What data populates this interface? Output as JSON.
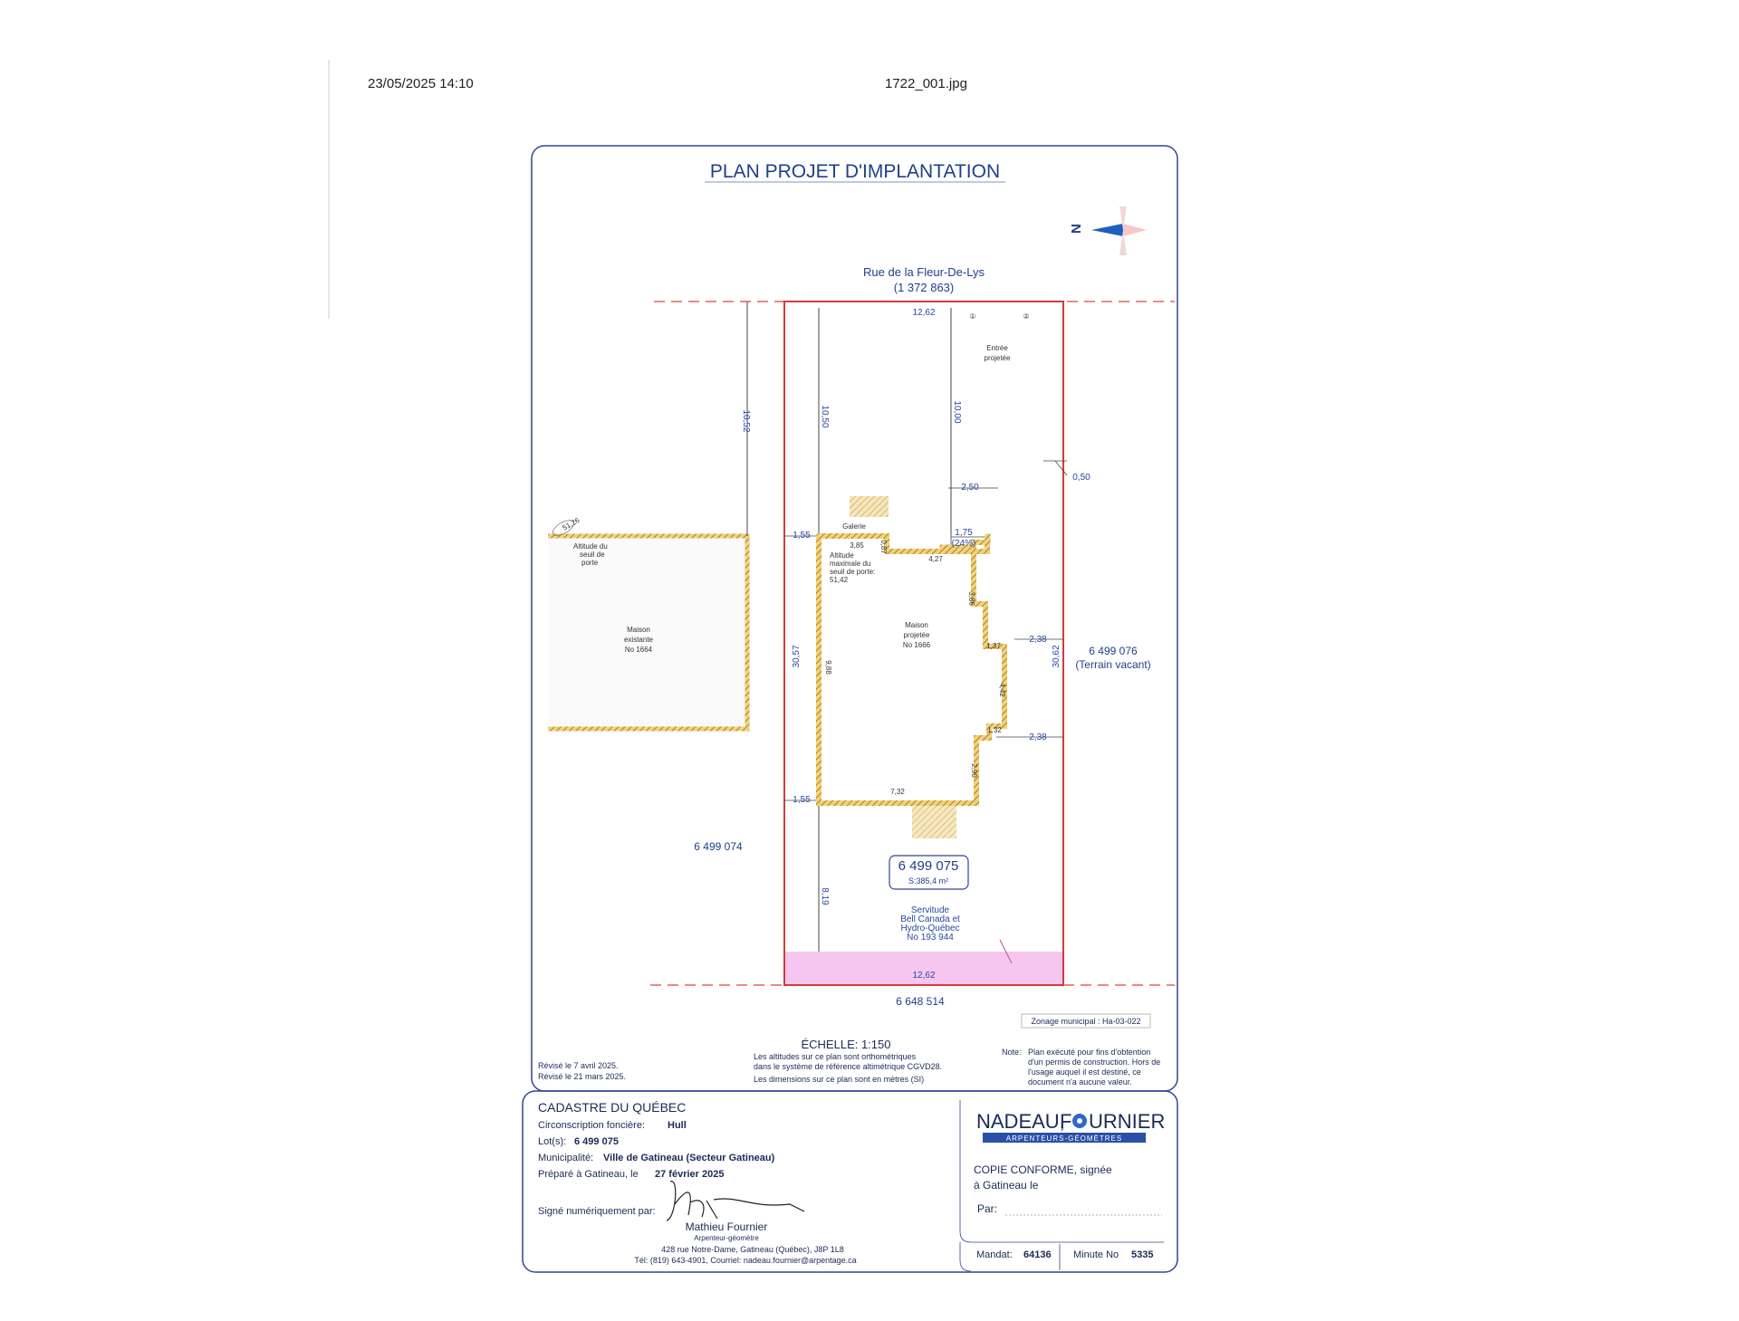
{
  "header": {
    "datetime": "23/05/2025 14:10",
    "filename": "1722_001.jpg"
  },
  "plan": {
    "title": "PLAN PROJET D'IMPLANTATION",
    "north_label": "N",
    "street_name": "Rue de la Fleur-De-Lys",
    "street_lot": "(1 372 863)",
    "left_lot": "6 499 074",
    "right_lot": "6 499 076",
    "right_lot_note": "(Terrain vacant)",
    "bottom_lot": "6 648 514",
    "main_lot": "6 499 075",
    "main_area": "S:385,4 m²",
    "dims": {
      "front_width": "12,62",
      "rear_width": "12,62",
      "left_depth": "30,57",
      "right_depth": "30,62",
      "neighbor_setback": "10,52",
      "front_setback_left": "10,50",
      "front_setback_right": "10,00",
      "rear_setback": "8,19",
      "side_left_top": "1,55",
      "side_left_bottom": "1,55",
      "side_right_1": "2,38",
      "side_right_2": "2,38",
      "d250": "2,50",
      "d050": "0,50",
      "d175": "1,75",
      "d24pct": "(24%)",
      "h385": "3,85",
      "h427": "4,27",
      "h386": "3,86",
      "h137": "1,37",
      "h442": "4,42",
      "h132": "1,32",
      "h290": "2,90",
      "h732": "7,32",
      "h988": "9,88",
      "h087": "0,87"
    },
    "labels": {
      "entree": "Entrée",
      "entree2": "projetée",
      "galerie": "Galerie",
      "altitude_note_l1": "Altitude",
      "altitude_note_l2": "maximale du",
      "altitude_note_l3": "seuil de porte:",
      "altitude_note_l4": "51,42",
      "existing_alt_l1": "Altitude du",
      "existing_alt_l2": "seuil de",
      "existing_alt_l3": "porte",
      "existing_alt_value": "51,26",
      "existing_house_l1": "Maison",
      "existing_house_l2": "existante",
      "existing_house_l3": "No 1664",
      "proposed_house_l1": "Maison",
      "proposed_house_l2": "projetée",
      "proposed_house_l3": "No 1666",
      "servitude_l1": "Servitude",
      "servitude_l2": "Bell Canada et",
      "servitude_l3": "Hydro-Québec",
      "servitude_l4": "No 193 944",
      "point1": "①",
      "point2": "②"
    },
    "zonage": "Zonage municipal : Ha-03-022",
    "echelle": "ÉCHELLE: 1:150",
    "alt_note_l1": "Les altitudes sur ce plan sont orthométriques",
    "alt_note_l2": "dans le système de référence altimétrique CGVD28.",
    "alt_note_l3": "Les dimensions sur ce plan sont en mètres (SI)",
    "note_label": "Note:",
    "note_l1": "Plan exécuté pour fins d'obtention",
    "note_l2": "d'un permis de construction. Hors de",
    "note_l3": "l'usage auquel il est destiné, ce",
    "note_l4": "document n'a aucune valeur.",
    "revised_1": "Révisé le 7 avril 2025.",
    "revised_2": "Révisé le 21 mars 2025."
  },
  "cartouche": {
    "heading": "CADASTRE DU QUÉBEC",
    "circ_label": "Circonscription foncière:",
    "circ_value": "Hull",
    "lots_label": "Lot(s):",
    "lots_value": "6 499 075",
    "muni_label": "Municipalité:",
    "muni_value": "Ville de Gatineau  (Secteur Gatineau)",
    "prep_label": "Préparé à Gatineau, le",
    "prep_value": "27 février 2025",
    "signed_label": "Signé numériquement par:",
    "surveyor_name": "Mathieu Fournier",
    "surveyor_title": "Arpenteur-géomètre",
    "address": "428 rue Notre-Dame, Gatineau (Québec), J8P 1L8",
    "contact": "Tél: (819) 643-4901, Courriel: nadeau.fournier@arpentage.ca",
    "firm_name_a": "NADEAU,",
    "firm_name_b": "F",
    "firm_name_c": "URNIER",
    "firm_tagline": "ARPENTEURS-GÉOMÈTRES",
    "copie_l1": "COPIE CONFORME, signée",
    "copie_l2": "à Gatineau le",
    "par_label": "Par:",
    "mandat_label": "Mandat:",
    "mandat_value": "64136",
    "minute_label": "Minute No",
    "minute_value": "5335"
  }
}
